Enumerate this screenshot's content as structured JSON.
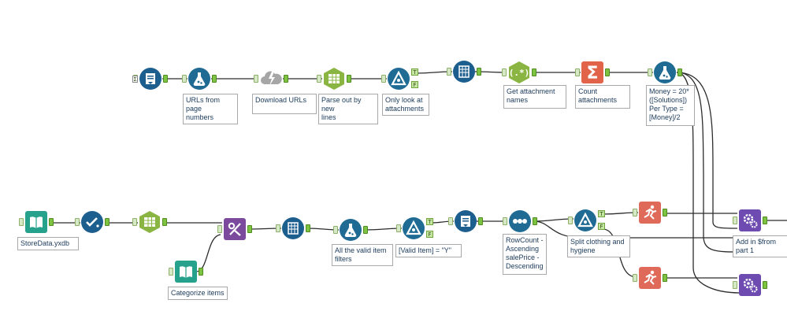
{
  "colors": {
    "in_out": "#1c5f8f",
    "download": "#a6a6a6",
    "parse": "#8bb542",
    "formula": "#1f6b94",
    "summarize": "#e0634a",
    "join": "#7b4a9c",
    "input_data": "#25a18c",
    "macro": "#6d4bb0",
    "sample": "#e06a5a",
    "wire": "#2c2c2c"
  },
  "tools": [
    {
      "id": "text-input-1",
      "icon": "text-input-icon",
      "label": ""
    },
    {
      "id": "formula-urls",
      "icon": "formula-flask-icon",
      "label": "URLs from page\nnumbers"
    },
    {
      "id": "download",
      "icon": "download-icon",
      "label": "Download URLs"
    },
    {
      "id": "text-to-columns-1",
      "icon": "text-to-columns-icon",
      "label": "Parse out by new\nlines"
    },
    {
      "id": "filter-attachments",
      "icon": "filter-icon",
      "label": "Only look at\nattachments"
    },
    {
      "id": "select-1",
      "icon": "select-icon",
      "label": ""
    },
    {
      "id": "regex",
      "icon": "regex-icon",
      "label": "Get attachment\nnames"
    },
    {
      "id": "summarize",
      "icon": "summarize-icon",
      "label": "Count\nattachments"
    },
    {
      "id": "formula-money",
      "icon": "formula-flask-icon",
      "label": "Money = 20*\n([Solutions])\nPer Type =\n[Money]/2"
    },
    {
      "id": "input-storedata",
      "icon": "input-data-icon",
      "label": "StoreData.yxdb"
    },
    {
      "id": "auto-field",
      "icon": "auto-field-icon",
      "label": ""
    },
    {
      "id": "text-to-columns-2",
      "icon": "text-to-columns-icon",
      "label": ""
    },
    {
      "id": "find-replace",
      "icon": "find-replace-icon",
      "label": ""
    },
    {
      "id": "input-categorize",
      "icon": "input-data-icon",
      "label": "Categorize items"
    },
    {
      "id": "select-2",
      "icon": "select-icon",
      "label": ""
    },
    {
      "id": "formula-valid",
      "icon": "formula-flask-icon",
      "label": "All the valid item\nfilters"
    },
    {
      "id": "filter-valid",
      "icon": "filter-icon",
      "label": "[Valid Item] = \"Y\""
    },
    {
      "id": "text-input-2",
      "icon": "text-input-icon",
      "label": ""
    },
    {
      "id": "multi-row",
      "icon": "multi-row-icon",
      "label": "RowCount -\nAscending\nsalePrice -\nDescending"
    },
    {
      "id": "filter-split",
      "icon": "filter-icon",
      "label": "Split clothing and\nhygiene"
    },
    {
      "id": "sample-1",
      "icon": "sample-run-icon",
      "label": ""
    },
    {
      "id": "sample-2",
      "icon": "sample-run-icon",
      "label": ""
    },
    {
      "id": "macro-1",
      "icon": "macro-gears-icon",
      "label": "Add in $from\npart 1"
    },
    {
      "id": "macro-2",
      "icon": "macro-gears-icon",
      "label": ""
    }
  ],
  "flags": {
    "true": "T",
    "false": "F",
    "input": "I",
    "sum": "Σ"
  }
}
